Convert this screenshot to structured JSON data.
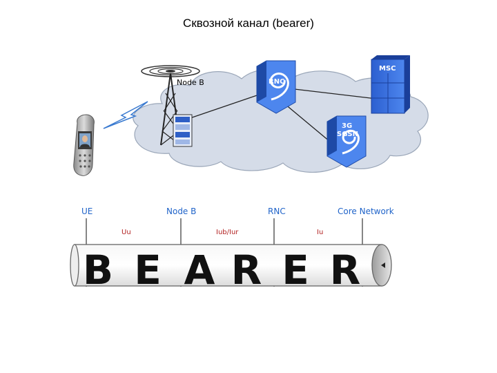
{
  "title": "Сквозной канал (bearer)",
  "network": {
    "node_b_label": "Node B",
    "rnc_label": "RNC",
    "msc_label": "MSC",
    "sgsn_label_line1": "3G",
    "sgsn_label_line2": "SGSN"
  },
  "bearer": {
    "nodes": [
      "UE",
      "Node B",
      "RNC",
      "Core Network"
    ],
    "interfaces": [
      "Uu",
      "Iub/Iur",
      "Iu"
    ],
    "word": "BEARER",
    "letters": [
      "B",
      "E",
      "A",
      "R",
      "E",
      "R"
    ]
  },
  "colors": {
    "cloud": "#d5dce8",
    "cloud_edge": "#9aa6b8",
    "node_blue": "#2b62c8",
    "node_label": "#1f63c9",
    "interface_label": "#b22222"
  }
}
